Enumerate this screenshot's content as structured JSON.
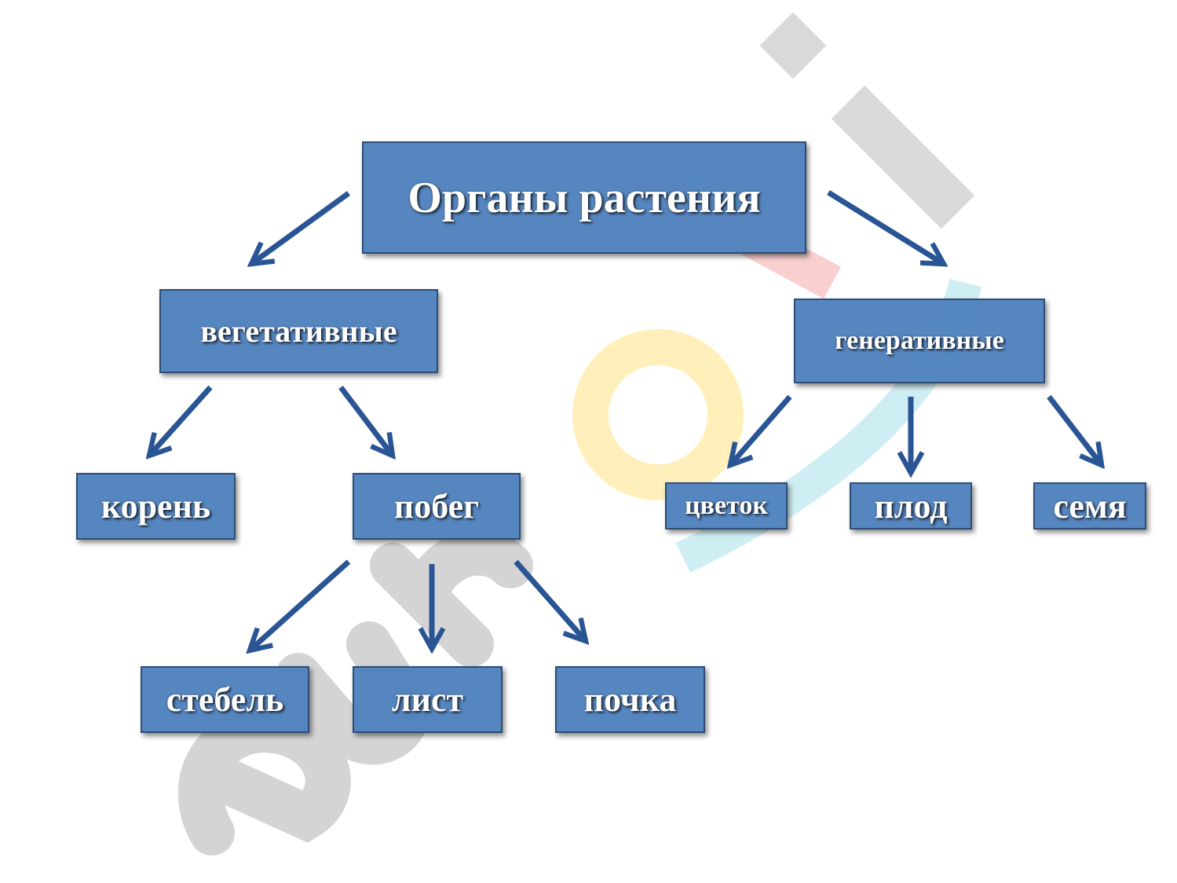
{
  "diagram": {
    "root": {
      "label": "Органы растения"
    },
    "vegetative": {
      "label": "вегетативные"
    },
    "generative": {
      "label": "генеративные"
    },
    "root_organ": {
      "label": "корень"
    },
    "shoot": {
      "label": "побег"
    },
    "flower": {
      "label": "цветок"
    },
    "fruit": {
      "label": "плод"
    },
    "seed": {
      "label": "семя"
    },
    "stem": {
      "label": "стебель"
    },
    "leaf": {
      "label": "лист"
    },
    "bud": {
      "label": "почка"
    }
  },
  "edges": [
    {
      "from": "Органы растения",
      "to": "вегетативные"
    },
    {
      "from": "Органы растения",
      "to": "генеративные"
    },
    {
      "from": "вегетативные",
      "to": "корень"
    },
    {
      "from": "вегетативные",
      "to": "побег"
    },
    {
      "from": "генеративные",
      "to": "цветок"
    },
    {
      "from": "генеративные",
      "to": "плод"
    },
    {
      "from": "генеративные",
      "to": "семя"
    },
    {
      "from": "побег",
      "to": "стебель"
    },
    {
      "from": "побег",
      "to": "лист"
    },
    {
      "from": "побег",
      "to": "почка"
    }
  ],
  "watermark": {
    "text": "eurokí"
  },
  "colors": {
    "box_fill": "#4f81bd",
    "box_border": "#2c4d75",
    "arrow": "#2a5595",
    "text": "#ffffff"
  }
}
